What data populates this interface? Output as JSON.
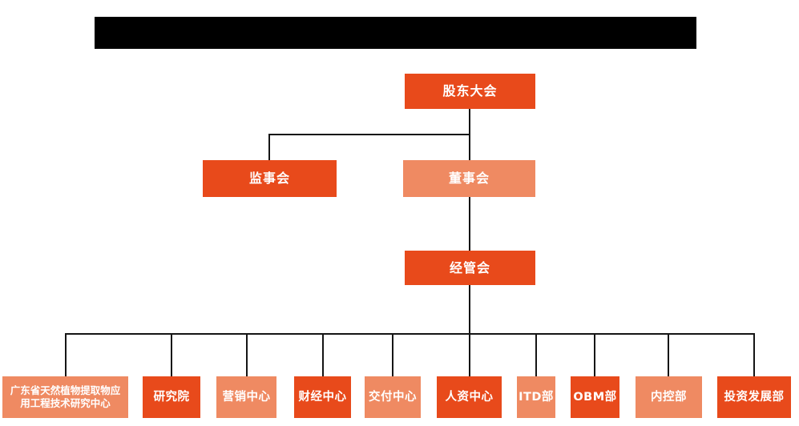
{
  "org_chart": {
    "colors": {
      "node_dark": "#e84a1b",
      "node_light": "#ef8a62",
      "connector": "#151515",
      "redaction": "#000000",
      "text": "#ffffff"
    },
    "nodes": {
      "shareholders": {
        "label": "股东大会"
      },
      "supervisors": {
        "label": "监事会"
      },
      "board": {
        "label": "董事会"
      },
      "management": {
        "label": "经管会"
      },
      "departments": [
        {
          "label": "广东省天然植物提取物应用工程技术研究中心",
          "tone": "light"
        },
        {
          "label": "研究院",
          "tone": "dark"
        },
        {
          "label": "营销中心",
          "tone": "light"
        },
        {
          "label": "财经中心",
          "tone": "dark"
        },
        {
          "label": "交付中心",
          "tone": "light"
        },
        {
          "label": "人资中心",
          "tone": "dark"
        },
        {
          "label": "ITD部",
          "tone": "light"
        },
        {
          "label": "OBM部",
          "tone": "dark"
        },
        {
          "label": "内控部",
          "tone": "light"
        },
        {
          "label": "投资发展部",
          "tone": "dark"
        }
      ]
    }
  }
}
